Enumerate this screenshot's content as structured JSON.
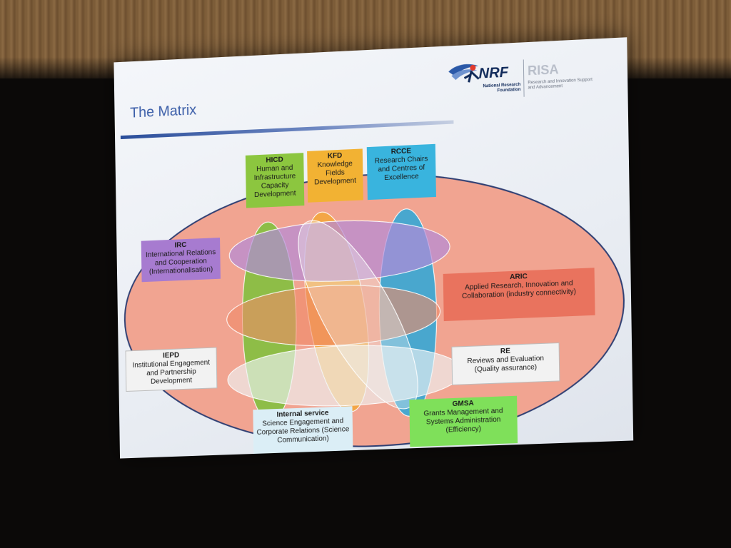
{
  "slide": {
    "title": "The Matrix"
  },
  "logo": {
    "nrf": "NRF",
    "nrf_sub": "National Research Foundation",
    "risa": "RISA",
    "risa_sub": "Research and Innovation Support and Advancement"
  },
  "boxes": {
    "hicd": {
      "title": "HICD",
      "desc": "Human and Infrastructure Capacity Development",
      "color": "#8cc63f"
    },
    "kfd": {
      "title": "KFD",
      "desc": "Knowledge Fields Development",
      "color": "#f2b233"
    },
    "rcce": {
      "title": "RCCE",
      "desc": "Research Chairs and Centres of Excellence",
      "color": "#39b4de"
    },
    "irc": {
      "title": "IRC",
      "desc": "International Relations and Cooperation (Internationalisation)",
      "color": "#a77bd0"
    },
    "aric": {
      "title": "ARIC",
      "desc": "Applied Research, Innovation and Collaboration (industry connectivity)",
      "color": "#e9735e"
    },
    "iepd": {
      "title": "IEPD",
      "desc": "Institutional Engagement and Partnership Development",
      "color": "#f2f2f2"
    },
    "re": {
      "title": "RE",
      "desc": "Reviews and Evaluation (Quality assurance)",
      "color": "#f2f2f2"
    },
    "internal": {
      "title": "Internal service",
      "desc": "Science Engagement and Corporate Relations (Science Communication)",
      "color": "#dbeef6"
    },
    "gmsa": {
      "title": "GMSA",
      "desc": "Grants Management and Systems Administration (Efficiency)",
      "color": "#7fe05a"
    }
  },
  "colors": {
    "background_ellipse": "#f1a491",
    "ellipse_outline": "#2f3f73",
    "green_ellipse": "#7cc23a",
    "orange_ellipse": "#f3a72e",
    "blue_ellipse": "#1fa8dd",
    "purple_ellipse": "#b38ad8",
    "red_ellipse": "#f08a67",
    "white_ellipse": "#eef3f4"
  }
}
